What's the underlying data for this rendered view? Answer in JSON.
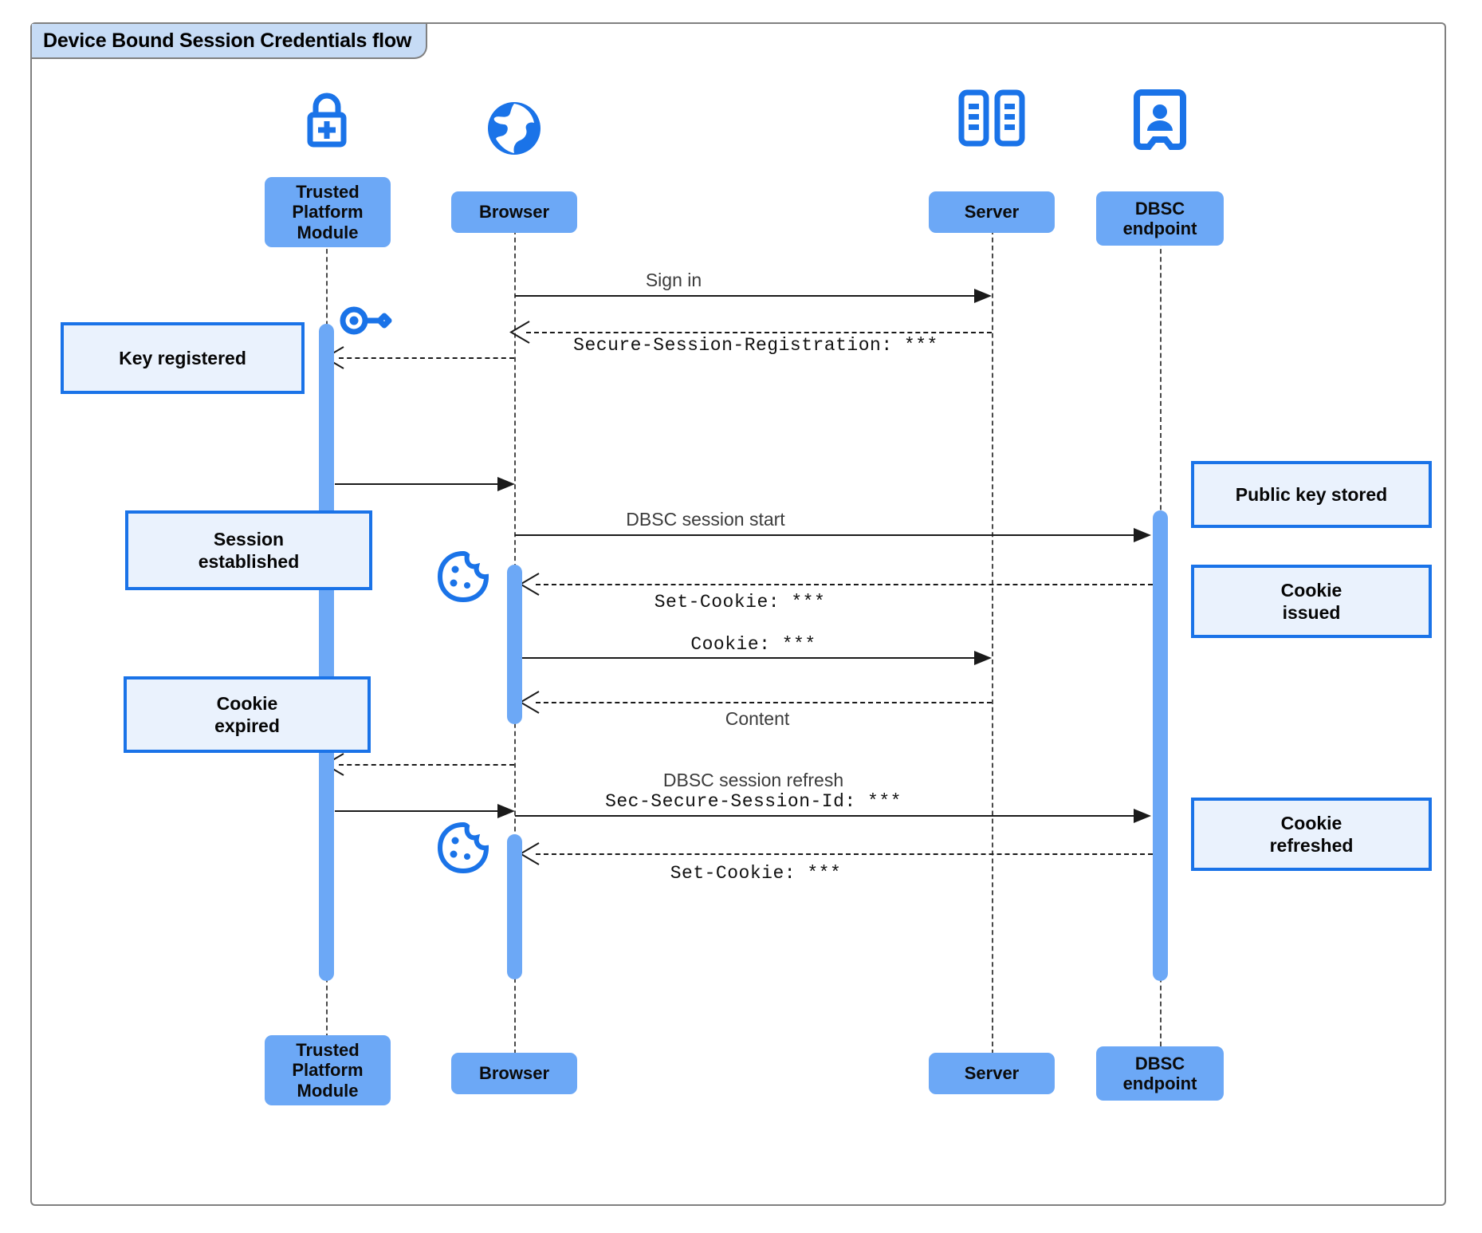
{
  "diagram": {
    "title": "Device Bound Session Credentials flow",
    "type": "uml-sequence-diagram",
    "colors": {
      "participant_fill": "#6ca8f6",
      "note_fill": "#eaf2fd",
      "note_border": "#1a73e8",
      "icon_blue": "#1a73e8",
      "frame_border": "#808080",
      "title_fill": "#c6dbf5",
      "lifeline": "#4a4a4a"
    }
  },
  "participants": [
    {
      "id": "tpm",
      "label": "Trusted\nPlatform\nModule",
      "label_line1": "Trusted",
      "label_line2": "Platform",
      "label_line3": "Module",
      "icon": "lock-plus-icon"
    },
    {
      "id": "browser",
      "label": "Browser",
      "icon": "globe-icon"
    },
    {
      "id": "server",
      "label": "Server",
      "icon": "server-rack-icon"
    },
    {
      "id": "dbsc",
      "label": "DBSC\nendpoint",
      "label_line1": "DBSC",
      "label_line2": "endpoint",
      "icon": "id-badge-icon"
    }
  ],
  "messages": [
    {
      "id": "m1",
      "label": "Sign in",
      "from": "browser",
      "to": "server",
      "style": "solid",
      "font": "sans"
    },
    {
      "id": "m2",
      "label": "Secure-Session-Registration: ***",
      "from": "server",
      "to": "browser",
      "style": "dashed",
      "font": "mono"
    },
    {
      "id": "m3",
      "label": "",
      "from": "tpm",
      "to": "browser",
      "style": "solid",
      "font": "sans"
    },
    {
      "id": "m4",
      "label": "DBSC session start",
      "from": "browser",
      "to": "dbsc",
      "style": "solid",
      "font": "sans"
    },
    {
      "id": "m5",
      "label": "Set-Cookie: ***",
      "from": "dbsc",
      "to": "browser",
      "style": "dashed",
      "font": "mono"
    },
    {
      "id": "m6",
      "label": "Cookie: ***",
      "from": "browser",
      "to": "server",
      "style": "solid",
      "font": "mono"
    },
    {
      "id": "m7",
      "label": "Content",
      "from": "server",
      "to": "browser",
      "style": "dashed",
      "font": "sans"
    },
    {
      "id": "m8",
      "label": "",
      "from": "browser",
      "to": "tpm",
      "style": "dashed",
      "font": "sans"
    },
    {
      "id": "m9",
      "label_line1": "DBSC session refresh",
      "label_line2": "Sec-Secure-Session-Id: ***",
      "from": "tpm",
      "to": "dbsc",
      "style": "solid",
      "font": "mixed"
    },
    {
      "id": "m10",
      "label": "Set-Cookie: ***",
      "from": "dbsc",
      "to": "browser",
      "style": "dashed",
      "font": "mono"
    }
  ],
  "notes_left": [
    {
      "id": "n1",
      "text": "Key registered"
    },
    {
      "id": "n2",
      "line1": "Session",
      "line2": "established"
    },
    {
      "id": "n3",
      "line1": "Cookie",
      "line2": "expired"
    }
  ],
  "notes_right": [
    {
      "id": "n4",
      "text": "Public key stored"
    },
    {
      "id": "n5",
      "line1": "Cookie",
      "line2": "issued"
    },
    {
      "id": "n6",
      "line1": "Cookie",
      "line2": "refreshed"
    }
  ],
  "inline_icons": [
    {
      "id": "key1",
      "name": "key-icon",
      "near": "tpm"
    },
    {
      "id": "cookie1",
      "name": "cookie-icon",
      "near": "browser"
    },
    {
      "id": "cookie2",
      "name": "cookie-icon",
      "near": "browser"
    }
  ]
}
